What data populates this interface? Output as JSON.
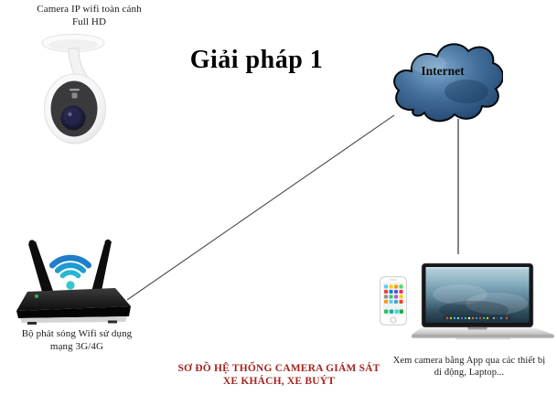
{
  "diagram": {
    "title": "Giải pháp 1",
    "camera_label": [
      "Camera IP wifi toàn cảnh",
      "Full HD"
    ],
    "internet_label": "Internet",
    "router_label": [
      "Bộ phát sóng Wifi sử dụng",
      "mạng 3G/4G"
    ],
    "viewer_label": [
      "Xem camera bằng App qua các thiết bị",
      "di động, Laptop..."
    ],
    "caption": [
      "SƠ ĐỒ HỆ THỐNG CAMERA GIÁM SÁT",
      "XE KHÁCH, XE BUÝT"
    ],
    "connections": [
      {
        "from": "wifi-router",
        "to": "internet-cloud"
      },
      {
        "from": "internet-cloud",
        "to": "viewer-devices"
      }
    ],
    "colors": {
      "background": "#ffffff",
      "caption_red": "#a1261f",
      "cloud_blue": "#35618e",
      "wifi_blue_outer": "#1e7ec8",
      "wifi_teal_inner": "#27b6d4",
      "connector_gray": "#4d4d4d",
      "title_black": "#000000"
    }
  }
}
